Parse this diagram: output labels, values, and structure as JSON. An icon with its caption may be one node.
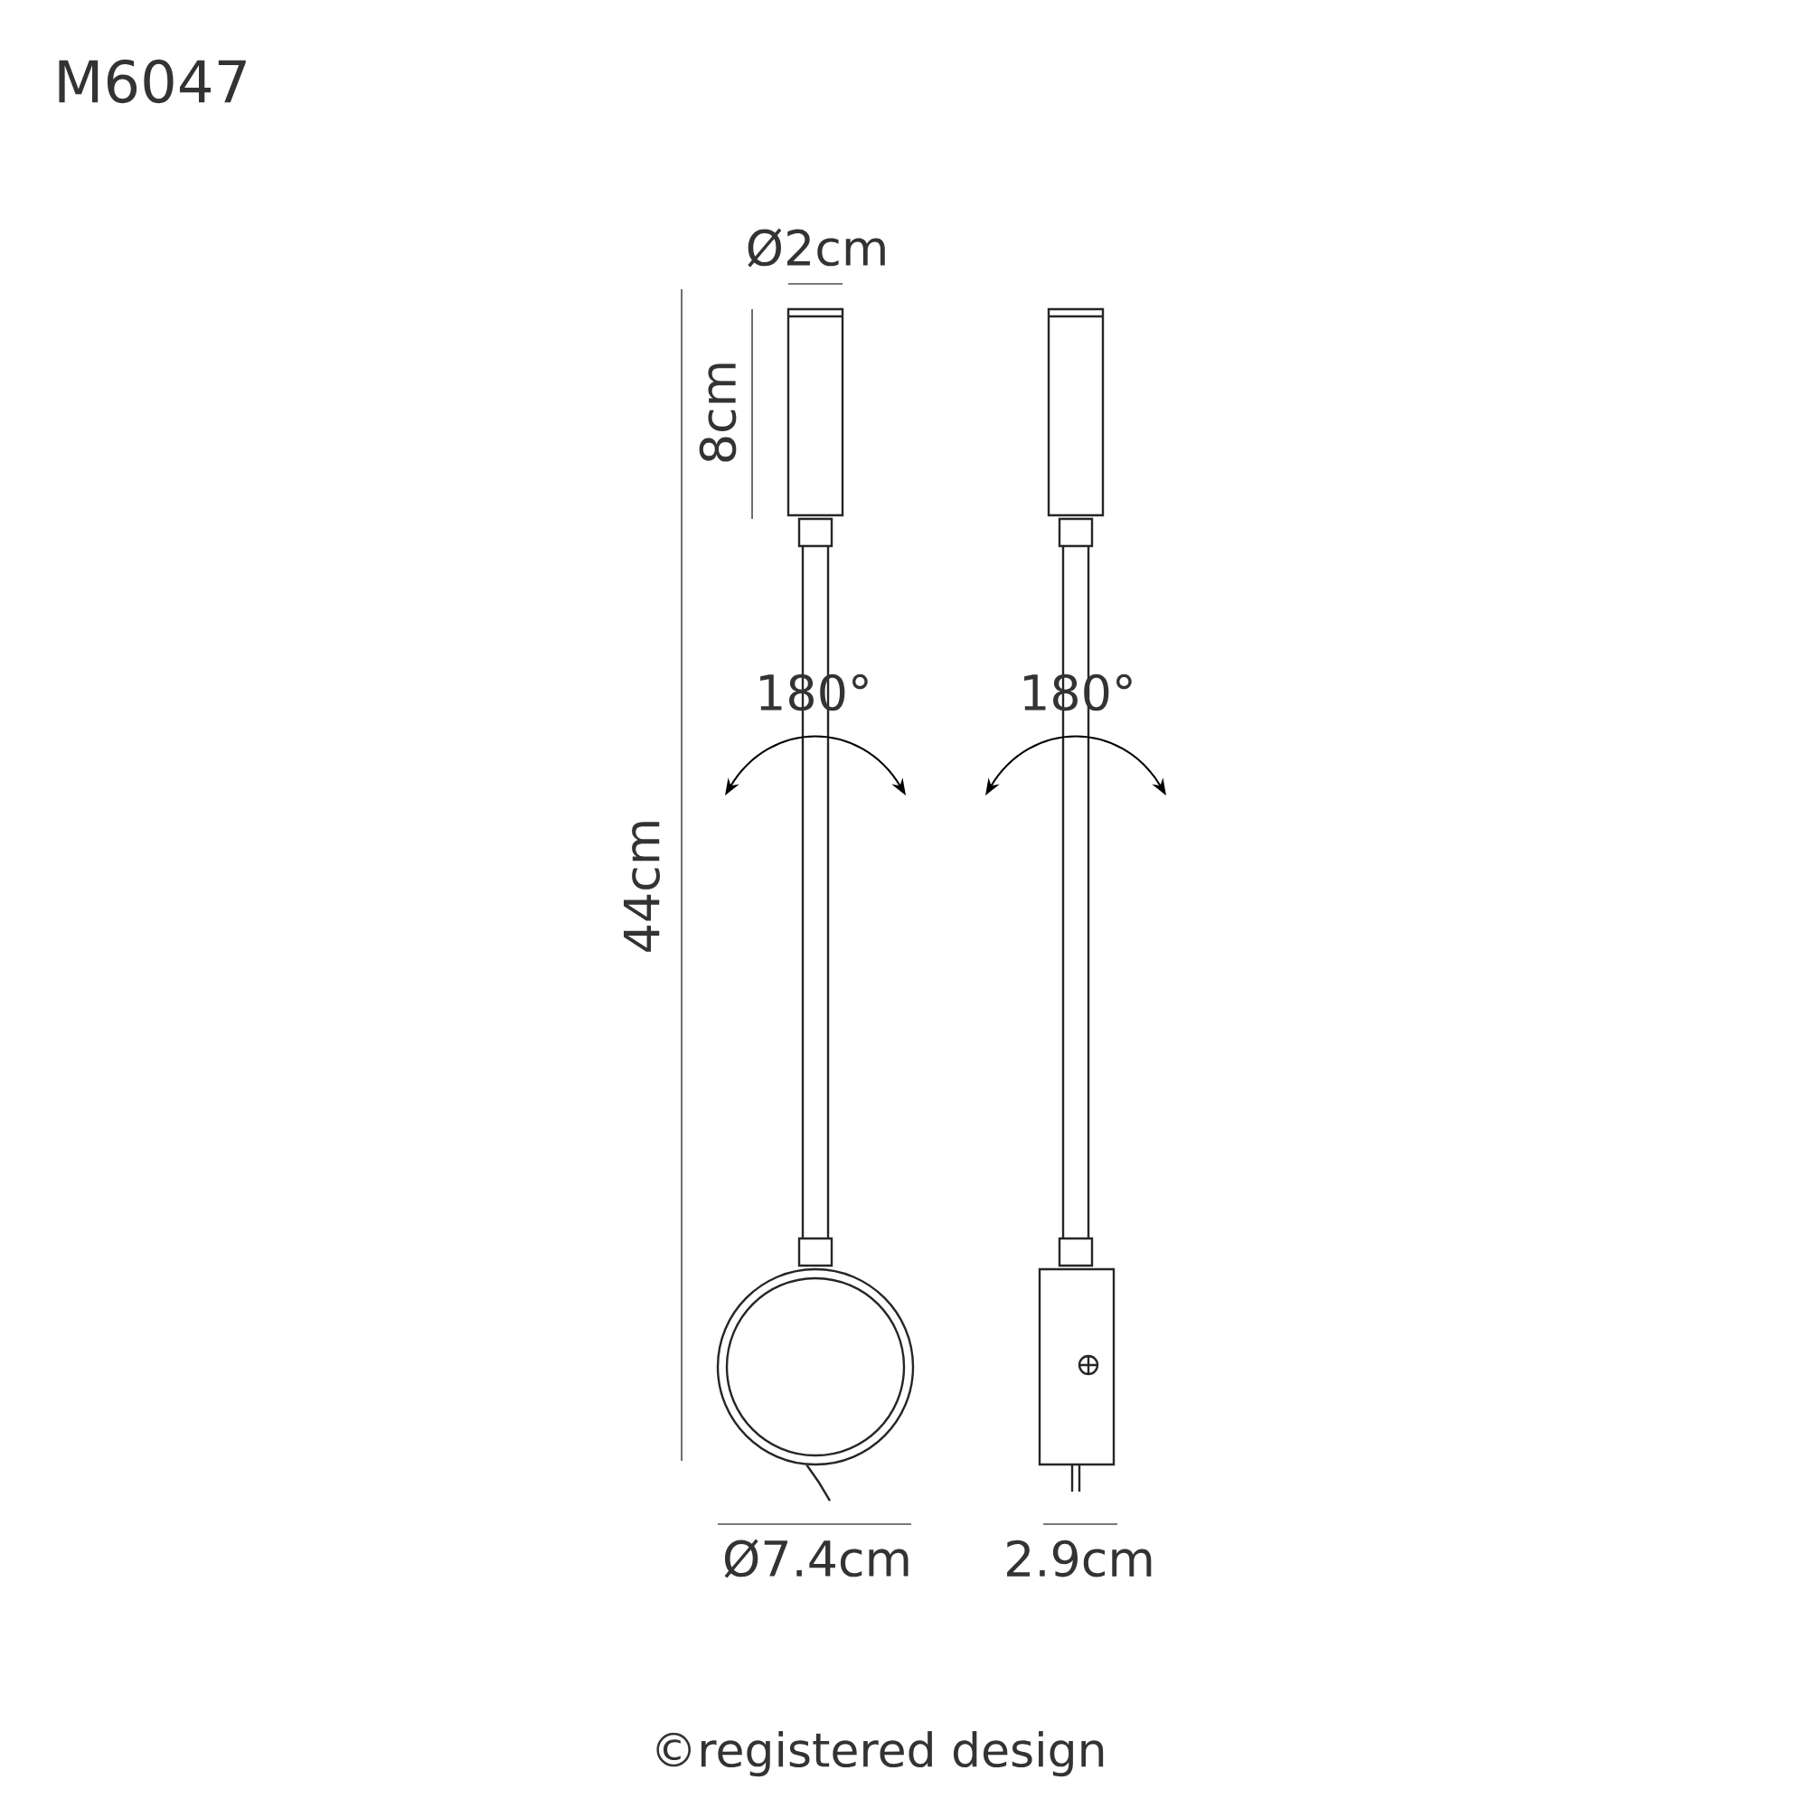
{
  "diagram": {
    "labels": [
      "M6047",
      "Ø2cm",
      "8cm",
      "180°",
      "180°",
      "44cm",
      "Ø7.4cm",
      "2.9cm",
      "©registered design"
    ]
  }
}
